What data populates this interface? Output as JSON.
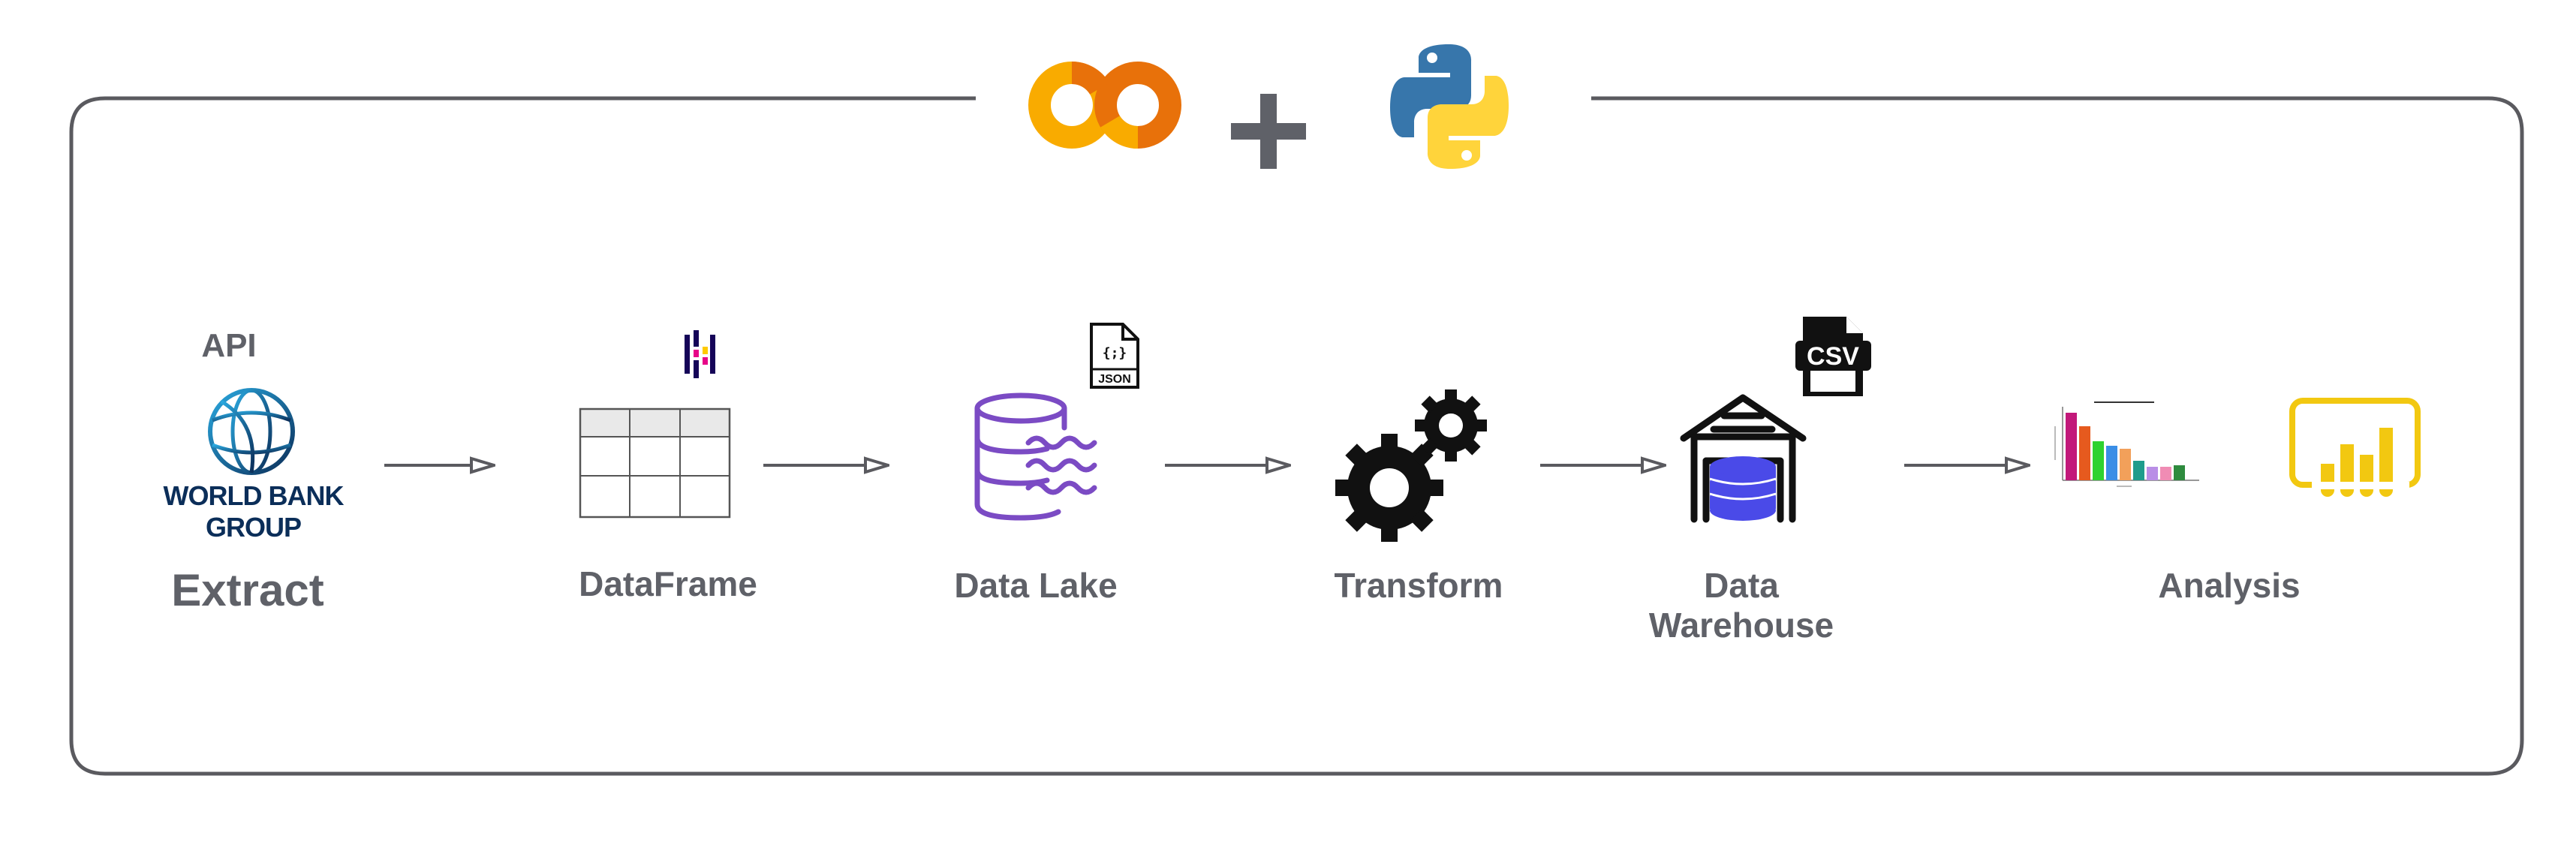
{
  "header": {
    "plus_sign": "+"
  },
  "stages": {
    "extract": {
      "source_caption": "API",
      "logo_text": "WORLD BANK GROUP",
      "label": "Extract"
    },
    "dataframe": {
      "label": "DataFrame"
    },
    "datalake": {
      "label": "Data Lake",
      "file_badge": "JSON",
      "file_glyph": "{;}"
    },
    "transform": {
      "label": "Transform"
    },
    "warehouse": {
      "label_line1": "Data",
      "label_line2": "Warehouse",
      "file_badge": "CSV"
    },
    "analysis": {
      "label": "Analysis"
    }
  },
  "colors": {
    "frame": "#5a5a5f",
    "label": "#5f6168",
    "arrow": "#5a5a5f",
    "colab_orange": "#F9AB00",
    "colab_dark": "#E8710A",
    "python_blue": "#3776AB",
    "python_yellow": "#FFD43B",
    "worldbank_navy": "#0b2e59",
    "lake_purple": "#7b4bc4",
    "warehouse_blue": "#4a4ae8",
    "powerbi_yellow": "#F2C811"
  },
  "icons": [
    "colab-logo",
    "python-logo",
    "world-bank-globe-icon",
    "pandas-icon",
    "table-icon",
    "json-file-icon",
    "data-lake-icon",
    "gears-icon",
    "csv-file-icon",
    "warehouse-icon",
    "bar-chart-thumbnail",
    "power-bi-icon"
  ]
}
